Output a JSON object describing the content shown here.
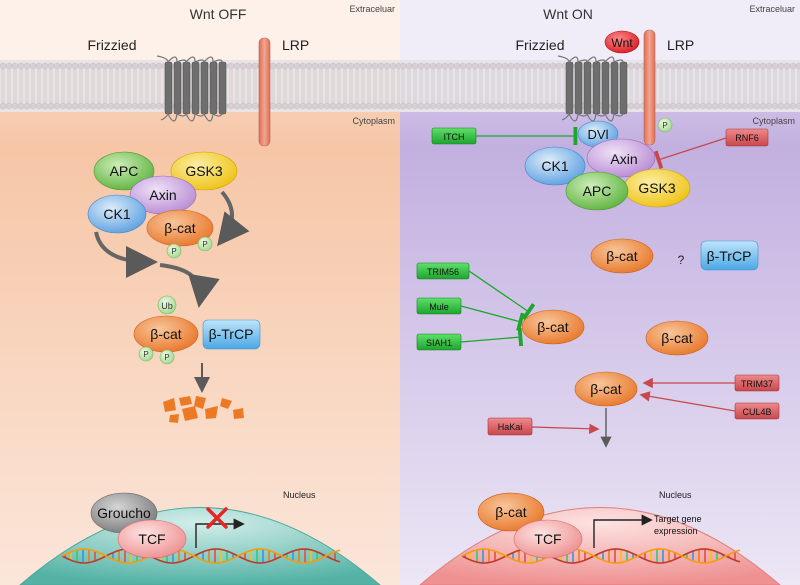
{
  "left_panel": {
    "title": "Wnt OFF",
    "extracellular": "Extraceluar",
    "cytoplasm": "Cytoplasm",
    "frizzled": "Frizzied",
    "lrp": "LRP",
    "complex": {
      "apc": "APC",
      "gsk3": "GSK3",
      "axin": "Axin",
      "ck1": "CK1",
      "bcat": "β-cat"
    },
    "phospho": "P",
    "ub": "Ub",
    "bcat_ub": "β-cat",
    "btrcp": "β-TrCP",
    "nucleus": "Nucleus",
    "groucho": "Groucho",
    "tcf": "TCF"
  },
  "right_panel": {
    "title": "Wnt ON",
    "extracellular": "Extraceluar",
    "cytoplasm": "Cytoplasm",
    "wnt": "Wnt",
    "frizzled": "Frizzied",
    "lrp": "LRP",
    "phospho": "P",
    "dvl": "DVl",
    "complex": {
      "axin": "Axin",
      "ck1": "CK1",
      "apc": "APC",
      "gsk3": "GSK3"
    },
    "itch": "ITCH",
    "rnf6": "RNF6",
    "bcat_top": "β-cat",
    "question": "?",
    "btrcp": "β-TrCP",
    "trim56": "TRIM56",
    "mule": "Mule",
    "siah1": "SIAH1",
    "bcat_mid": "β-cat",
    "bcat_free": "β-cat",
    "bcat_low": "β-cat",
    "trim37": "TRIM37",
    "cul4b": "CUL4B",
    "hakai": "HaKai",
    "nucleus": "Nucleus",
    "bcat_nuc": "β-cat",
    "tcf": "TCF",
    "target_line1": "Target gene",
    "target_line2": "expression"
  },
  "colors": {
    "left_bg_top": "#f9cdb0",
    "left_bg_bottom": "#fbe6da",
    "right_bg_top": "#c4b3e3",
    "right_bg_bottom": "#ebe5f5",
    "apc": "#7cc75d",
    "gsk3": "#f3d12e",
    "axin": "#c9a6de",
    "ck1": "#7db2e6",
    "bcat": "#f08a3c",
    "btrcp": "#6fbcec",
    "green_box": "#2fbf3f",
    "red_box": "#d6565a",
    "lrp": "#e98b73",
    "wnt": "#e5262b",
    "nucleus_left": "#5fb9ad",
    "nucleus_right": "#f3a4a4",
    "tcf": "#f3a7a7",
    "groucho": "#8e8e8e"
  }
}
